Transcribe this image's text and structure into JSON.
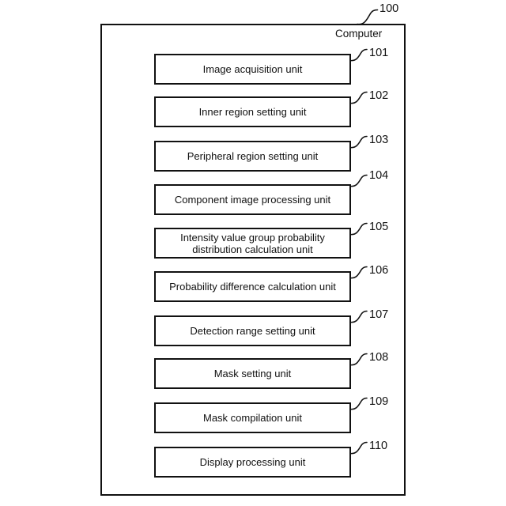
{
  "figure": {
    "outer_ref": "100",
    "outer_label": "Computer",
    "units": [
      {
        "ref": "101",
        "label": "Image acquisition unit"
      },
      {
        "ref": "102",
        "label": "Inner region setting unit"
      },
      {
        "ref": "103",
        "label": "Peripheral region setting unit"
      },
      {
        "ref": "104",
        "label": "Component image processing unit"
      },
      {
        "ref": "105",
        "label": "Intensity value group probability distribution calculation unit"
      },
      {
        "ref": "106",
        "label": "Probability difference calculation unit"
      },
      {
        "ref": "107",
        "label": "Detection range setting unit"
      },
      {
        "ref": "108",
        "label": "Mask setting unit"
      },
      {
        "ref": "109",
        "label": "Mask compilation unit"
      },
      {
        "ref": "110",
        "label": "Display processing unit"
      }
    ],
    "colors": {
      "line": "#111111",
      "background": "#ffffff"
    }
  }
}
